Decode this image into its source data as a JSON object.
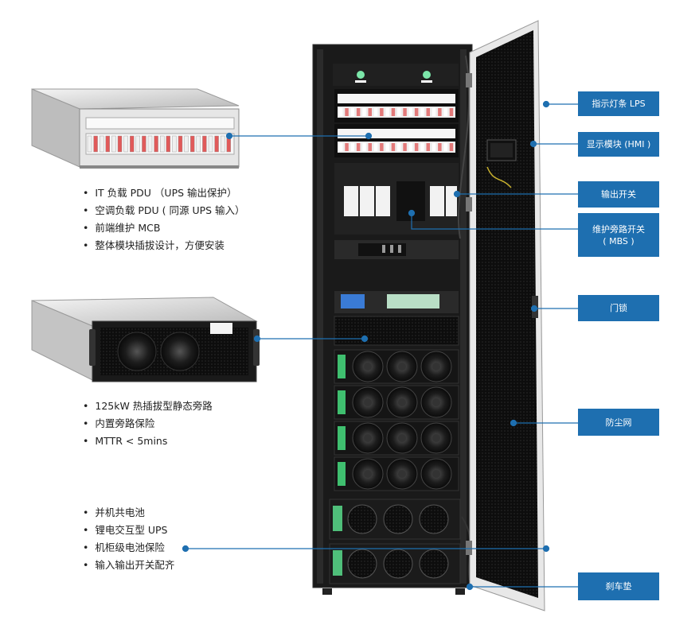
{
  "callouts": [
    {
      "id": "lps",
      "text": "指示灯条 LPS"
    },
    {
      "id": "hmi",
      "text": "显示模块 (HMI )"
    },
    {
      "id": "output-switch",
      "text": "输出开关"
    },
    {
      "id": "mbs",
      "line1": "维护旁路开关",
      "line2": "( MBS )"
    },
    {
      "id": "door-lock",
      "text": "门锁"
    },
    {
      "id": "dust-net",
      "text": "防尘网"
    },
    {
      "id": "brake-pad",
      "text": "刹车垫"
    }
  ],
  "pdu_features": [
    "IT 负载 PDU （UPS 输出保护）",
    "空调负载 PDU ( 同源 UPS 输入）",
    "前端维护 MCB",
    "整体模块插拔设计，方便安装"
  ],
  "bypass_features": [
    "125kW 热插拔型静态旁路",
    "内置旁路保险",
    "MTTR < 5mins"
  ],
  "battery_features": [
    "并机共电池",
    "锂电交互型 UPS",
    "机柜级电池保险",
    "输入输出开关配齐"
  ],
  "colors": {
    "accent": "#1e6fb0",
    "cabinet": "#1a1a1a",
    "door": "#111111"
  }
}
